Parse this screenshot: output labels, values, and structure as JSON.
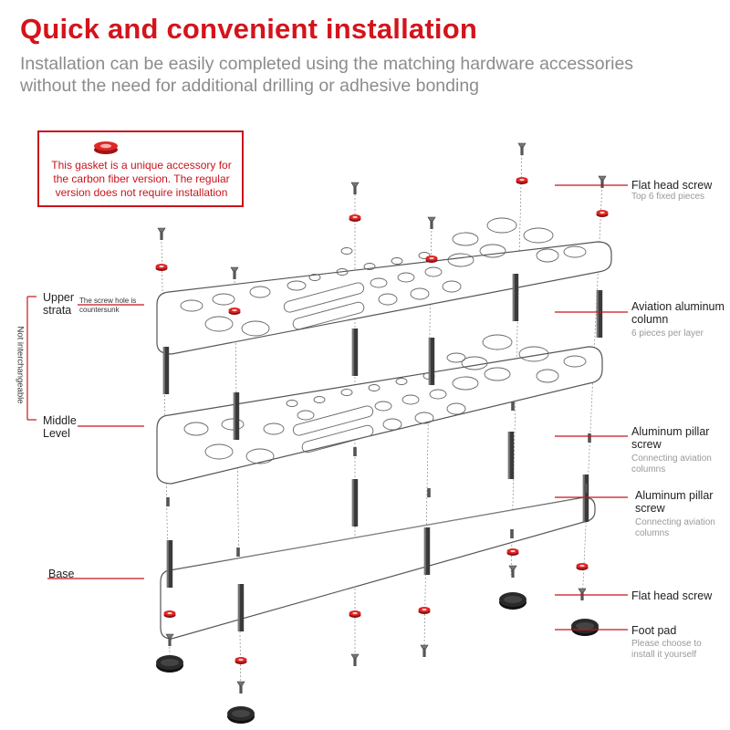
{
  "title": "Quick and convenient installation",
  "subtitle": "Installation can be easily completed using the matching hardware accessories without the need for additional drilling or adhesive bonding",
  "note": "This gasket is a unique accessory for the carbon fiber version. The regular version does not require installation",
  "left_labels": {
    "upper": "Upper strata",
    "upper_note": "The screw hole is countersunk",
    "middle": "Middle Level",
    "base": "Base",
    "vertical": "Not interchangeable"
  },
  "right_labels": [
    {
      "title": "Flat head screw",
      "sub": "Top 6 fixed pieces"
    },
    {
      "title": "Aviation aluminum column",
      "sub": "6 pieces per layer"
    },
    {
      "title": "Aluminum pillar screw",
      "sub": "Connecting aviation columns"
    },
    {
      "title": "Aluminum pillar screw",
      "sub": "Connecting aviation columns"
    },
    {
      "title": "Flat head screw",
      "sub": ""
    },
    {
      "title": "Foot pad",
      "sub": "Please choose to install it yourself"
    }
  ],
  "colors": {
    "accent": "#d4141c",
    "subtitle": "#8c8c8c",
    "gasket": "#d82020"
  }
}
